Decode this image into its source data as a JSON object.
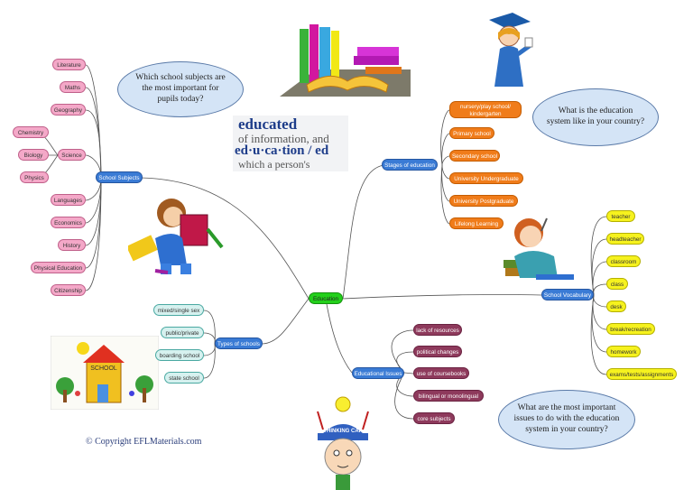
{
  "center": {
    "label": "Education"
  },
  "branches": {
    "subjects": {
      "label": "School Subjects",
      "items": [
        "Literature",
        "Maths",
        "Geography",
        "Science",
        "Languages",
        "Economics",
        "History",
        "Physical Education",
        "Citizenship"
      ],
      "science_items": [
        "Chemistry",
        "Biology",
        "Physics"
      ]
    },
    "stages": {
      "label": "Stages of education",
      "items": [
        "nursery/play school/\nkindergarten",
        "Primary school",
        "Secondary school",
        "University Undergraduate",
        "University Postgraduate",
        "Lifelong Learning"
      ]
    },
    "vocabulary": {
      "label": "School Vocabulary",
      "items": [
        "teacher",
        "headteacher",
        "classroom",
        "class",
        "desk",
        "break/recreation",
        "homework",
        "exams/tests/assignments"
      ]
    },
    "types": {
      "label": "Types of schools",
      "items": [
        "mixed/single sex",
        "public/private",
        "boarding school",
        "state school"
      ]
    },
    "issues": {
      "label": "Educational Issues",
      "items": [
        "lack of resources",
        "political changes",
        "use of coursebooks",
        "bilingual or monolingual",
        "core subjects"
      ]
    }
  },
  "questions": {
    "q1": "Which school subjects are the most important for pupils today?",
    "q2": "What is the education system like in your country?",
    "q3": "What are the most important issues to do with the education system in your country?"
  },
  "images": {
    "school_sign": "SCHOOL",
    "thinking_cap": "THINKING CAP",
    "dictionary": [
      "educated",
      "of information, and",
      "ed·u·ca·tion / ed",
      "which a person's"
    ]
  },
  "copyright": "© Copyright EFLMaterials.com",
  "colors": {
    "subjects": "#f4a8c8",
    "stages": "#f07c1a",
    "vocabulary": "#f6f21e",
    "types": "#d6f1ef",
    "issues": "#8e3a5c",
    "hub": "#3a7bd5",
    "center": "#23d01b",
    "bubble": "#d4e4f6"
  }
}
